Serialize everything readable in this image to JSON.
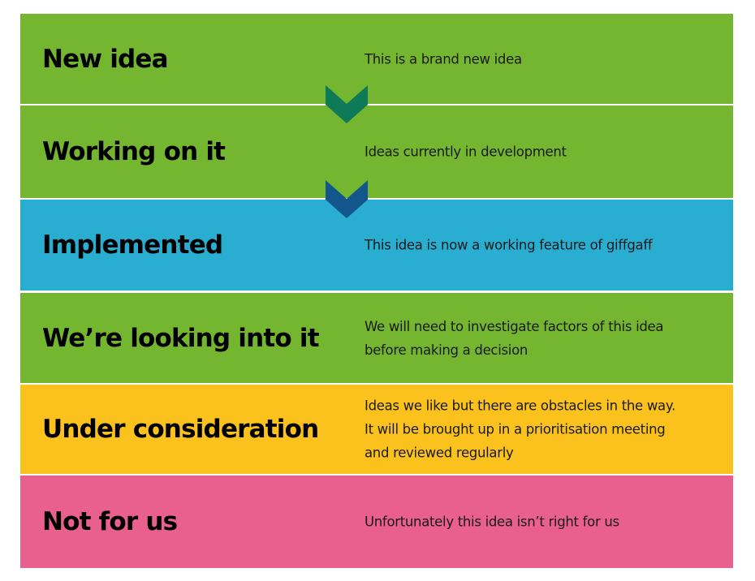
{
  "rows": [
    {
      "title": "New idea",
      "description": "This is a brand new idea",
      "color": "#74b630"
    },
    {
      "title": "Working on it",
      "description": "Ideas currently in development",
      "color": "#74b630"
    },
    {
      "title": "Implemented",
      "description": "This idea is now a working feature of giffgaff",
      "color": "#29aed1"
    },
    {
      "title": "We’re looking into it",
      "description": "We will need to investigate factors of this idea\nbefore making a decision",
      "color": "#74b630"
    },
    {
      "title": "Under consideration",
      "description": "Ideas we like but there are obstacles in the way.\nIt will be brought up in a prioritisation meeting\nand reviewed regularly",
      "color": "#fbc21e"
    },
    {
      "title": "Not for us",
      "description": "Unfortunately this idea isn’t right for us",
      "color": "#e9608e"
    }
  ],
  "arrows": [
    {
      "icon": "chevron-down-icon",
      "color": "#0f7a58"
    },
    {
      "icon": "chevron-down-icon",
      "color": "#12568b"
    }
  ]
}
